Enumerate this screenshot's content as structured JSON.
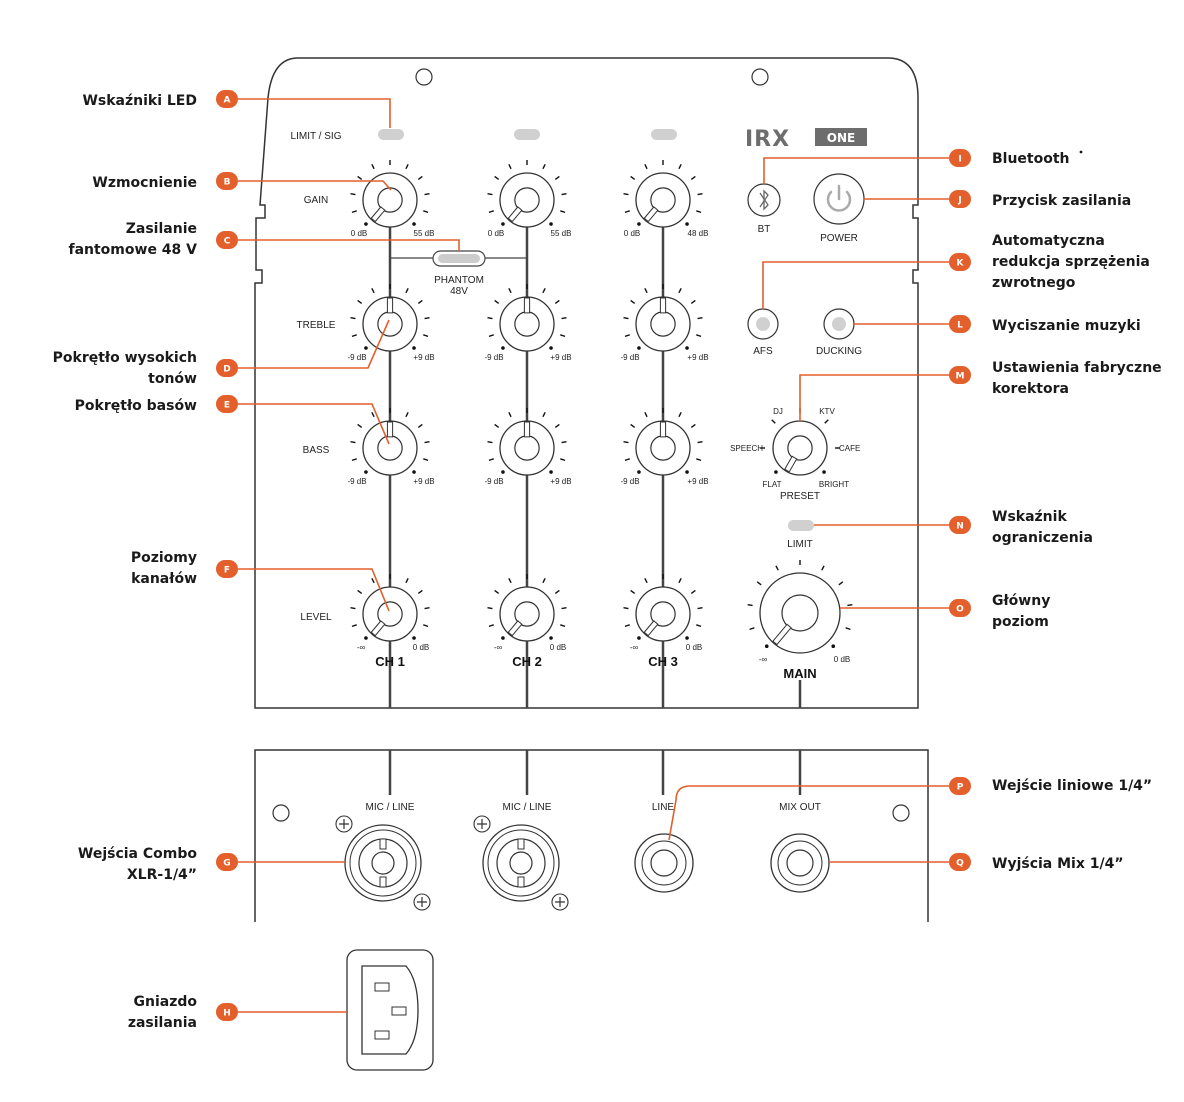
{
  "brand": {
    "main": "IRX",
    "sub": "ONE"
  },
  "accent_color": "#e35f2b",
  "panel": {
    "limit_sig": "LIMIT / SIG",
    "gain": "GAIN",
    "treble": "TREBLE",
    "bass": "BASS",
    "level": "LEVEL",
    "phantom_line1": "PHANTOM",
    "phantom_line2": "48V",
    "bt": "BT",
    "power": "POWER",
    "afs": "AFS",
    "ducking": "DUCKING",
    "preset": "PRESET",
    "preset_dj": "DJ",
    "preset_ktv": "KTV",
    "preset_speech": "SPEECH",
    "preset_cafe": "CAFE",
    "preset_flat": "FLAT",
    "preset_bright": "BRIGHT",
    "limit": "LIMIT",
    "main": "MAIN",
    "mic_line": "MIC / LINE",
    "line": "LINE",
    "mix_out": "MIX OUT",
    "channels": [
      "CH 1",
      "CH 2",
      "CH 3"
    ],
    "gain_min": "0 dB",
    "gain_max": "55 dB",
    "gain_max_ch3": "48 dB",
    "eq_min": "-9 dB",
    "eq_max": "+9 dB",
    "level_min": "-∞",
    "level_max": "0 dB"
  },
  "callouts": [
    {
      "letter": "A",
      "label": [
        "Wskaźniki LED"
      ]
    },
    {
      "letter": "B",
      "label": [
        "Wzmocnienie"
      ]
    },
    {
      "letter": "C",
      "label": [
        "Zasilanie",
        "fantomowe 48 V"
      ]
    },
    {
      "letter": "D",
      "label": [
        "Pokrętło wysokich",
        "tonów"
      ]
    },
    {
      "letter": "E",
      "label": [
        "Pokrętło basów"
      ]
    },
    {
      "letter": "F",
      "label": [
        "Poziomy",
        "kanałów"
      ]
    },
    {
      "letter": "G",
      "label": [
        "Wejścia Combo",
        "XLR-1/4”"
      ]
    },
    {
      "letter": "H",
      "label": [
        "Gniazdo",
        "zasilania"
      ]
    },
    {
      "letter": "I",
      "label": [
        "Bluetooth"
      ]
    },
    {
      "letter": "J",
      "label": [
        "Przycisk zasilania"
      ]
    },
    {
      "letter": "K",
      "label": [
        "Automatyczna",
        "redukcja sprzężenia",
        "zwrotnego"
      ]
    },
    {
      "letter": "L",
      "label": [
        "Wyciszanie muzyki"
      ]
    },
    {
      "letter": "M",
      "label": [
        "Ustawienia fabryczne",
        "korektora"
      ]
    },
    {
      "letter": "N",
      "label": [
        "Wskaźnik",
        "ograniczenia"
      ]
    },
    {
      "letter": "O",
      "label": [
        "Główny",
        "poziom"
      ]
    },
    {
      "letter": "P",
      "label": [
        "Wejście liniowe 1/4”"
      ]
    },
    {
      "letter": "Q",
      "label": [
        "Wyjścia Mix 1/4”"
      ]
    }
  ]
}
